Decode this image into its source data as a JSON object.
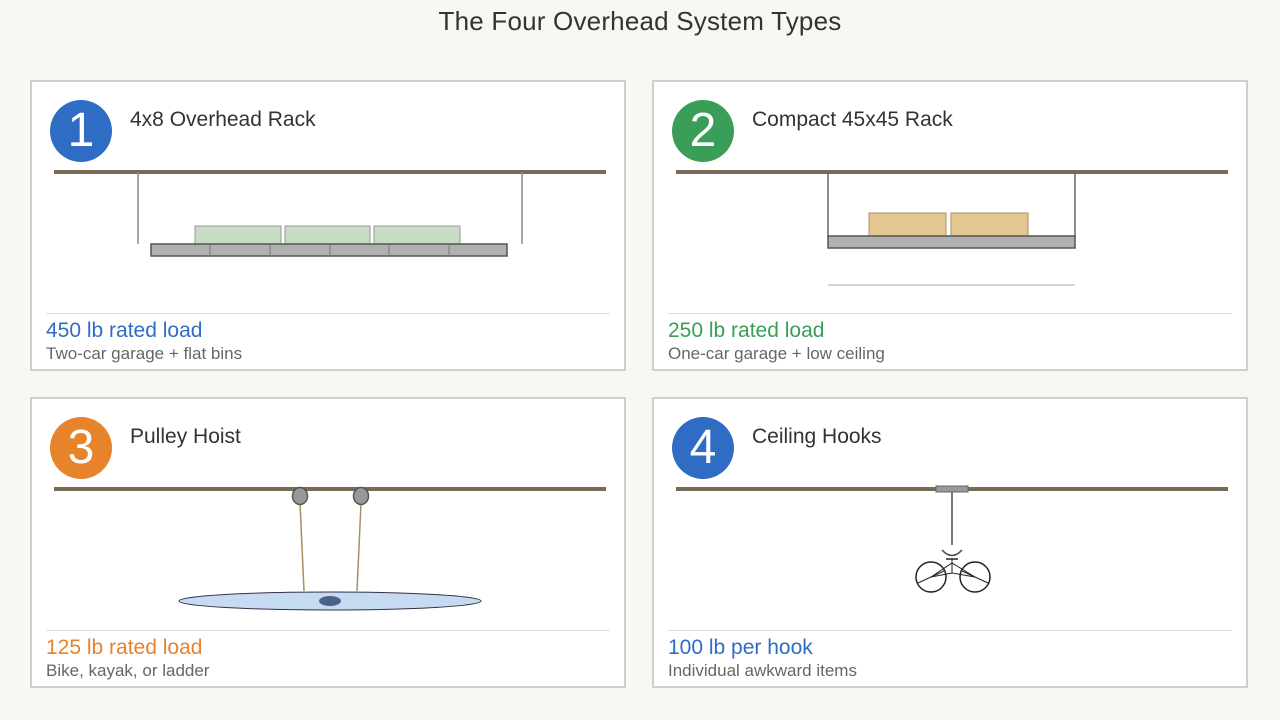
{
  "page": {
    "title": "The Four Overhead System Types"
  },
  "colors": {
    "blue": "#2f6cc4",
    "green": "#3b9e58",
    "orange": "#e6832b",
    "joist": "#7a6a58",
    "shelf": "#b0b0b0",
    "bin_green": "#c9dcc5",
    "bin_tan": "#e4c690",
    "kayak": "#c6daf1"
  },
  "cards": [
    {
      "number": "1",
      "title": "4x8 Overhead Rack",
      "load": "450 lb rated load",
      "subtitle": "Two-car garage + flat bins",
      "accent": "#2f6cc4",
      "illustration": "wide-rack-icon"
    },
    {
      "number": "2",
      "title": "Compact 45x45 Rack",
      "load": "250 lb rated load",
      "subtitle": "One-car garage + low ceiling",
      "accent": "#3b9e58",
      "illustration": "compact-rack-icon"
    },
    {
      "number": "3",
      "title": "Pulley Hoist",
      "load": "125 lb rated load",
      "subtitle": "Bike, kayak, or ladder",
      "accent": "#e6832b",
      "illustration": "pulley-hoist-icon"
    },
    {
      "number": "4",
      "title": "Ceiling Hooks",
      "load": "100 lb per hook",
      "subtitle": "Individual awkward items",
      "accent": "#2f6cc4",
      "illustration": "ceiling-hook-icon"
    }
  ]
}
